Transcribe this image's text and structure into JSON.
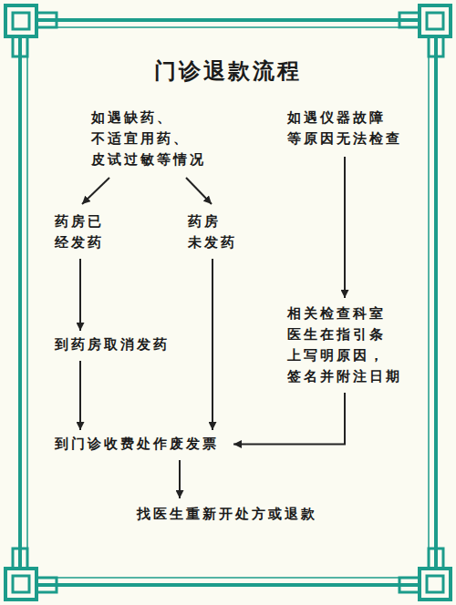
{
  "diagram": {
    "title": "门诊退款流程",
    "nodes": [
      {
        "text": [
          "如遇缺药、 不适宜用药、 皮试过敏等情况"
        ]
      },
      {
        "text": [
          "药房已 经发药"
        ]
      },
      {
        "text": [
          "药房 未发药"
        ]
      },
      {
        "text": [
          "如遇仪器故障 等原因无法检查"
        ]
      },
      {
        "text": [
          "到药房取消发药"
        ]
      },
      {
        "text": [
          "相关检查科室 医生在指引条 上写明原因， 签名并附注日期"
        ]
      },
      {
        "text": [
          "到门诊收费处作废发票"
        ]
      },
      {
        "text": [
          "找医生重新开处方或退款"
        ]
      }
    ],
    "edges": [
      {
        "from": 0,
        "to": 1,
        "arrow": "to"
      },
      {
        "from": 0,
        "to": 2,
        "arrow": "to"
      },
      {
        "from": 1,
        "to": 4,
        "arrow": "to"
      },
      {
        "from": 4,
        "to": 6,
        "arrow": "to"
      },
      {
        "from": 2,
        "to": 6,
        "arrow": "to"
      },
      {
        "from": 3,
        "to": 5,
        "arrow": "to"
      },
      {
        "from": 5,
        "to": 6,
        "arrow": "to"
      },
      {
        "from": 6,
        "to": 7,
        "arrow": "to"
      }
    ]
  }
}
